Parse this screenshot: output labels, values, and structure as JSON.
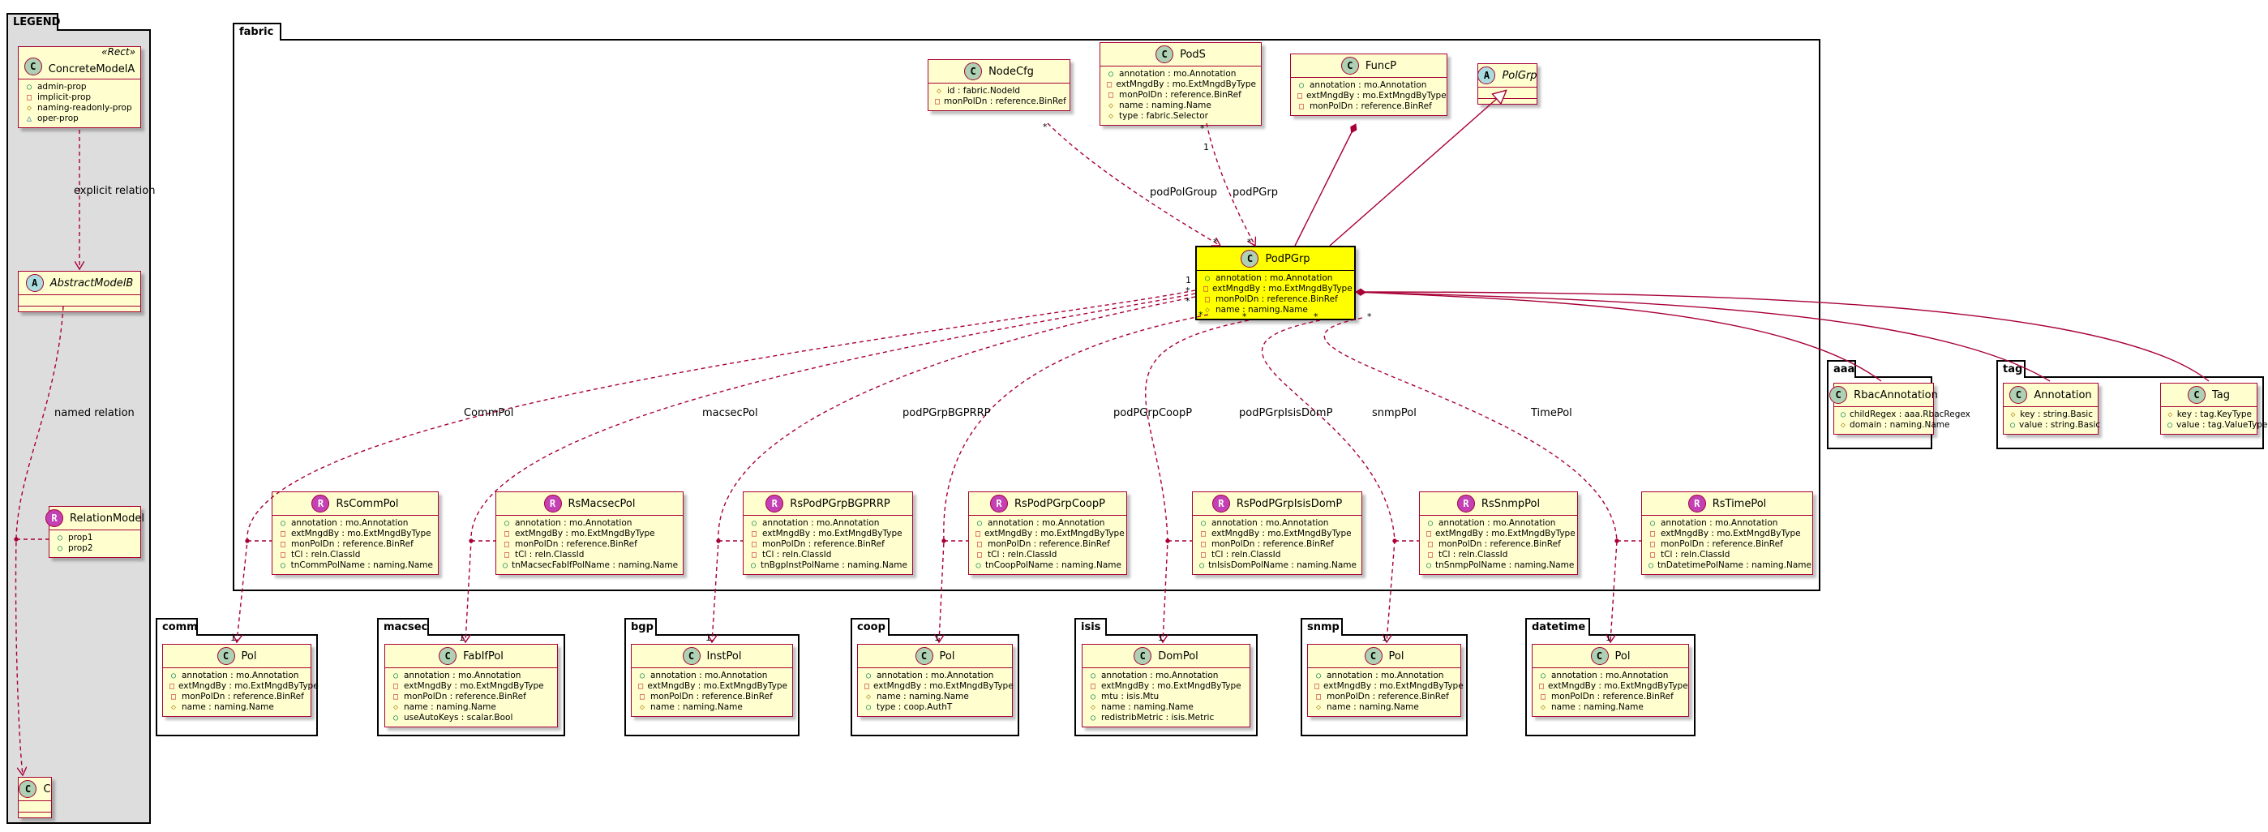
{
  "legend": {
    "title": "LEGEND",
    "concrete": {
      "name": "ConcreteModelA",
      "stereotype": "«Rect»",
      "attrs": [
        {
          "v": "+",
          "t": "admin-prop"
        },
        {
          "v": "-",
          "t": "implicit-prop"
        },
        {
          "v": "#",
          "t": "naming-readonly-prop"
        },
        {
          "v": "~",
          "t": "oper-prop"
        }
      ]
    },
    "abstract": {
      "name": "AbstractModelB"
    },
    "relation": {
      "name": "RelationModel",
      "attrs": [
        {
          "v": "+",
          "t": "prop1"
        },
        {
          "v": "+",
          "t": "prop2"
        }
      ]
    },
    "c": {
      "name": "C"
    },
    "explicit_label": "explicit relation",
    "named_label": "named relation"
  },
  "packages": {
    "fabric": "fabric",
    "aaa": "aaa",
    "tag": "tag",
    "comm": "comm",
    "macsec": "macsec",
    "bgp": "bgp",
    "coop": "coop",
    "isis": "isis",
    "snmp": "snmp",
    "datetime": "datetime"
  },
  "classes": {
    "nodecfg": {
      "name": "NodeCfg",
      "attrs": [
        {
          "v": "#",
          "t": "id : fabric.NodeId"
        },
        {
          "v": "-",
          "t": "monPolDn : reference.BinRef"
        }
      ]
    },
    "pods": {
      "name": "PodS",
      "attrs": [
        {
          "v": "+",
          "t": "annotation : mo.Annotation"
        },
        {
          "v": "-",
          "t": "extMngdBy : mo.ExtMngdByType"
        },
        {
          "v": "-",
          "t": "monPolDn : reference.BinRef"
        },
        {
          "v": "#",
          "t": "name : naming.Name"
        },
        {
          "v": "#",
          "t": "type : fabric.Selector"
        }
      ]
    },
    "funcp": {
      "name": "FuncP",
      "attrs": [
        {
          "v": "+",
          "t": "annotation : mo.Annotation"
        },
        {
          "v": "-",
          "t": "extMngdBy : mo.ExtMngdByType"
        },
        {
          "v": "-",
          "t": "monPolDn : reference.BinRef"
        }
      ]
    },
    "polgrp": {
      "name": "PolGrp",
      "attrs": []
    },
    "podpgrp": {
      "name": "PodPGrp",
      "attrs": [
        {
          "v": "+",
          "t": "annotation : mo.Annotation"
        },
        {
          "v": "-",
          "t": "extMngdBy : mo.ExtMngdByType"
        },
        {
          "v": "-",
          "t": "monPolDn : reference.BinRef"
        },
        {
          "v": "#",
          "t": "name : naming.Name"
        }
      ]
    },
    "rbac": {
      "name": "RbacAnnotation",
      "attrs": [
        {
          "v": "+",
          "t": "childRegex : aaa.RbacRegex"
        },
        {
          "v": "#",
          "t": "domain : naming.Name"
        }
      ]
    },
    "annotation": {
      "name": "Annotation",
      "attrs": [
        {
          "v": "#",
          "t": "key : string.Basic"
        },
        {
          "v": "+",
          "t": "value : string.Basic"
        }
      ]
    },
    "tagc": {
      "name": "Tag",
      "attrs": [
        {
          "v": "#",
          "t": "key : tag.KeyType"
        },
        {
          "v": "+",
          "t": "value : tag.ValueType"
        }
      ]
    },
    "rscommpol": {
      "name": "RsCommPol",
      "attrs": [
        {
          "v": "+",
          "t": "annotation : mo.Annotation"
        },
        {
          "v": "-",
          "t": "extMngdBy : mo.ExtMngdByType"
        },
        {
          "v": "-",
          "t": "monPolDn : reference.BinRef"
        },
        {
          "v": "-",
          "t": "tCl : reln.ClassId"
        },
        {
          "v": "+",
          "t": "tnCommPolName : naming.Name"
        }
      ]
    },
    "rsmacsecpol": {
      "name": "RsMacsecPol",
      "attrs": [
        {
          "v": "+",
          "t": "annotation : mo.Annotation"
        },
        {
          "v": "-",
          "t": "extMngdBy : mo.ExtMngdByType"
        },
        {
          "v": "-",
          "t": "monPolDn : reference.BinRef"
        },
        {
          "v": "-",
          "t": "tCl : reln.ClassId"
        },
        {
          "v": "+",
          "t": "tnMacsecFabIfPolName : naming.Name"
        }
      ]
    },
    "rsbgprrp": {
      "name": "RsPodPGrpBGPRRP",
      "attrs": [
        {
          "v": "+",
          "t": "annotation : mo.Annotation"
        },
        {
          "v": "-",
          "t": "extMngdBy : mo.ExtMngdByType"
        },
        {
          "v": "-",
          "t": "monPolDn : reference.BinRef"
        },
        {
          "v": "-",
          "t": "tCl : reln.ClassId"
        },
        {
          "v": "+",
          "t": "tnBgpInstPolName : naming.Name"
        }
      ]
    },
    "rscoopp": {
      "name": "RsPodPGrpCoopP",
      "attrs": [
        {
          "v": "+",
          "t": "annotation : mo.Annotation"
        },
        {
          "v": "-",
          "t": "extMngdBy : mo.ExtMngdByType"
        },
        {
          "v": "-",
          "t": "monPolDn : reference.BinRef"
        },
        {
          "v": "-",
          "t": "tCl : reln.ClassId"
        },
        {
          "v": "+",
          "t": "tnCoopPolName : naming.Name"
        }
      ]
    },
    "rsisisdomp": {
      "name": "RsPodPGrpIsisDomP",
      "attrs": [
        {
          "v": "+",
          "t": "annotation : mo.Annotation"
        },
        {
          "v": "-",
          "t": "extMngdBy : mo.ExtMngdByType"
        },
        {
          "v": "-",
          "t": "monPolDn : reference.BinRef"
        },
        {
          "v": "-",
          "t": "tCl : reln.ClassId"
        },
        {
          "v": "+",
          "t": "tnIsisDomPolName : naming.Name"
        }
      ]
    },
    "rssnmppol": {
      "name": "RsSnmpPol",
      "attrs": [
        {
          "v": "+",
          "t": "annotation : mo.Annotation"
        },
        {
          "v": "-",
          "t": "extMngdBy : mo.ExtMngdByType"
        },
        {
          "v": "-",
          "t": "monPolDn : reference.BinRef"
        },
        {
          "v": "-",
          "t": "tCl : reln.ClassId"
        },
        {
          "v": "+",
          "t": "tnSnmpPolName : naming.Name"
        }
      ]
    },
    "rstimepol": {
      "name": "RsTimePol",
      "attrs": [
        {
          "v": "+",
          "t": "annotation : mo.Annotation"
        },
        {
          "v": "-",
          "t": "extMngdBy : mo.ExtMngdByType"
        },
        {
          "v": "-",
          "t": "monPolDn : reference.BinRef"
        },
        {
          "v": "-",
          "t": "tCl : reln.ClassId"
        },
        {
          "v": "+",
          "t": "tnDatetimePolName : naming.Name"
        }
      ]
    },
    "commpol": {
      "name": "Pol",
      "attrs": [
        {
          "v": "+",
          "t": "annotation : mo.Annotation"
        },
        {
          "v": "-",
          "t": "extMngdBy : mo.ExtMngdByType"
        },
        {
          "v": "-",
          "t": "monPolDn : reference.BinRef"
        },
        {
          "v": "#",
          "t": "name : naming.Name"
        }
      ]
    },
    "fabifpol": {
      "name": "FabIfPol",
      "attrs": [
        {
          "v": "+",
          "t": "annotation : mo.Annotation"
        },
        {
          "v": "-",
          "t": "extMngdBy : mo.ExtMngdByType"
        },
        {
          "v": "-",
          "t": "monPolDn : reference.BinRef"
        },
        {
          "v": "#",
          "t": "name : naming.Name"
        },
        {
          "v": "+",
          "t": "useAutoKeys : scalar.Bool"
        }
      ]
    },
    "instpol": {
      "name": "InstPol",
      "attrs": [
        {
          "v": "+",
          "t": "annotation : mo.Annotation"
        },
        {
          "v": "-",
          "t": "extMngdBy : mo.ExtMngdByType"
        },
        {
          "v": "-",
          "t": "monPolDn : reference.BinRef"
        },
        {
          "v": "#",
          "t": "name : naming.Name"
        }
      ]
    },
    "cooppol": {
      "name": "Pol",
      "attrs": [
        {
          "v": "+",
          "t": "annotation : mo.Annotation"
        },
        {
          "v": "-",
          "t": "extMngdBy : mo.ExtMngdByType"
        },
        {
          "v": "#",
          "t": "name : naming.Name"
        },
        {
          "v": "+",
          "t": "type : coop.AuthT"
        }
      ]
    },
    "dompol": {
      "name": "DomPol",
      "attrs": [
        {
          "v": "+",
          "t": "annotation : mo.Annotation"
        },
        {
          "v": "-",
          "t": "extMngdBy : mo.ExtMngdByType"
        },
        {
          "v": "+",
          "t": "mtu : isis.Mtu"
        },
        {
          "v": "#",
          "t": "name : naming.Name"
        },
        {
          "v": "+",
          "t": "redistribMetric : isis.Metric"
        }
      ]
    },
    "snmppol": {
      "name": "Pol",
      "attrs": [
        {
          "v": "+",
          "t": "annotation : mo.Annotation"
        },
        {
          "v": "-",
          "t": "extMngdBy : mo.ExtMngdByType"
        },
        {
          "v": "-",
          "t": "monPolDn : reference.BinRef"
        },
        {
          "v": "#",
          "t": "name : naming.Name"
        }
      ]
    },
    "datetimepol": {
      "name": "Pol",
      "attrs": [
        {
          "v": "+",
          "t": "annotation : mo.Annotation"
        },
        {
          "v": "-",
          "t": "extMngdBy : mo.ExtMngdByType"
        },
        {
          "v": "-",
          "t": "monPolDn : reference.BinRef"
        },
        {
          "v": "#",
          "t": "name : naming.Name"
        }
      ]
    }
  },
  "relations": {
    "podPolGroup": "podPolGroup",
    "podPGrp": "podPGrp",
    "CommPol": "CommPol",
    "macsecPol": "macsecPol",
    "podPGrpBGPRRP": "podPGrpBGPRRP",
    "podPGrpCoopP": "podPGrpCoopP",
    "podPGrpIsisDomP": "podPGrpIsisDomP",
    "snmpPol": "snmpPol",
    "TimePol": "TimePol"
  },
  "multiplicities": {
    "star": "*",
    "one": "1"
  },
  "colors": {
    "line": "#a80036",
    "class_bg": "#fefece",
    "highlight": "#ffff00",
    "legend_bg": "#dddddd"
  }
}
